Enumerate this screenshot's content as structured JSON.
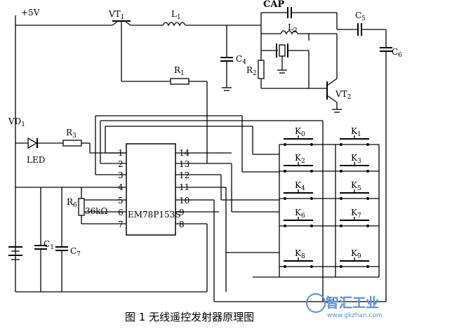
{
  "supply_label": "+5V",
  "components": {
    "vt1": "VT",
    "vt1_sub": "1",
    "l1": "L",
    "l1_sub": "1",
    "cap": "CAP",
    "c5": "C",
    "c5_sub": "5",
    "c6": "C",
    "c6_sub": "6",
    "l2": "L",
    "l2_sub": "2",
    "c4": "C",
    "c4_sub": "4",
    "r2": "R",
    "r2_sub": "2",
    "r1": "R",
    "r1_sub": "1",
    "vt2": "VT",
    "vt2_sub": "2",
    "vd1": "VD",
    "vd1_sub": "1",
    "led": "LED",
    "r3": "R",
    "r3_sub": "3",
    "r6": "R",
    "r6_sub": "6",
    "r6_value": "36kΩ",
    "c1": "C",
    "c1_sub": "1",
    "c7": "C",
    "c7_sub": "7"
  },
  "ic": {
    "name": "EM78P153S",
    "left_pins": [
      "1",
      "2",
      "3",
      "4",
      "5",
      "6",
      "7"
    ],
    "right_pins": [
      "14",
      "13",
      "12",
      "11",
      "10",
      "9",
      "8"
    ]
  },
  "keys": [
    {
      "name": "K",
      "sub": "0"
    },
    {
      "name": "K",
      "sub": "1"
    },
    {
      "name": "K",
      "sub": "2"
    },
    {
      "name": "K",
      "sub": "3"
    },
    {
      "name": "K",
      "sub": "4"
    },
    {
      "name": "K",
      "sub": "5"
    },
    {
      "name": "K",
      "sub": "6"
    },
    {
      "name": "K",
      "sub": "7"
    },
    {
      "name": "K",
      "sub": "8"
    },
    {
      "name": "K",
      "sub": "9"
    }
  ],
  "caption": "图 1    无线遥控发射器原理图",
  "watermark": {
    "main": "智汇工业",
    "sub": "www.gkzhan.com"
  }
}
